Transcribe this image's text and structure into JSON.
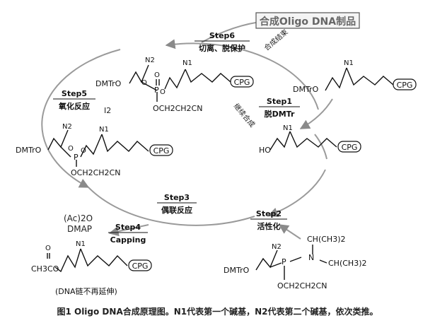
{
  "final": {
    "label": "合成Oligo DNA制品"
  },
  "steps": {
    "s6": {
      "title": "Step6",
      "desc": "切离、脱保护",
      "note": "合成结束"
    },
    "s5": {
      "title": "Step5",
      "desc": "氧化反应",
      "reagent": "I2"
    },
    "s1": {
      "title": "Step1",
      "desc": "脱DMTr",
      "note": "继续合成"
    },
    "s3": {
      "title": "Step3",
      "desc": "偶联反应"
    },
    "s2": {
      "title": "Step2",
      "desc": "活性化"
    },
    "s4": {
      "title": "Step4",
      "desc": "Capping",
      "reagent1": "(Ac)2O",
      "reagent2": "DMAP"
    }
  },
  "molecules": {
    "dmtr": "DMTrO",
    "cpg": "CPG",
    "n1": "N1",
    "n2": "N2",
    "p": "P",
    "o": "O",
    "ho": "HO",
    "cyanoethyl": "OCH2CH2CN",
    "amine_n": "N",
    "isopropyl": "CH(CH3)2",
    "acetyl": "CH3CO",
    "capped_note": "(DNA链不再延伸)"
  },
  "caption": "图1 Oligo DNA合成原理图。N1代表第一个碱基，N2代表第二个碱基，依次类推。"
}
